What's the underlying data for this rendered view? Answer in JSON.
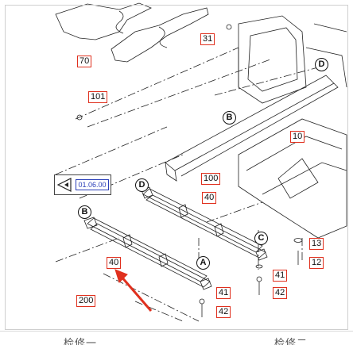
{
  "diagram": {
    "callouts": [
      {
        "id": "70",
        "label": "70"
      },
      {
        "id": "31",
        "label": "31"
      },
      {
        "id": "101",
        "label": "101"
      },
      {
        "id": "10",
        "label": "10"
      },
      {
        "id": "100",
        "label": "100"
      },
      {
        "id": "40a",
        "label": "40"
      },
      {
        "id": "40b",
        "label": "40"
      },
      {
        "id": "13",
        "label": "13"
      },
      {
        "id": "12",
        "label": "12"
      },
      {
        "id": "41a",
        "label": "41"
      },
      {
        "id": "42a",
        "label": "42"
      },
      {
        "id": "41b",
        "label": "41"
      },
      {
        "id": "42b",
        "label": "42"
      },
      {
        "id": "200",
        "label": "200"
      }
    ],
    "letters": [
      {
        "id": "D1",
        "label": "D"
      },
      {
        "id": "B1",
        "label": "B"
      },
      {
        "id": "D2",
        "label": "D"
      },
      {
        "id": "B2",
        "label": "B"
      },
      {
        "id": "C",
        "label": "C"
      },
      {
        "id": "A",
        "label": "A"
      }
    ],
    "reference_code": "01.06.00",
    "bottom_text_left": "检修一",
    "bottom_text_right": "检修二",
    "colors": {
      "callout_border": "#e0301e",
      "reference_border": "#2b3fb8",
      "arrow": "#e0301e"
    }
  }
}
